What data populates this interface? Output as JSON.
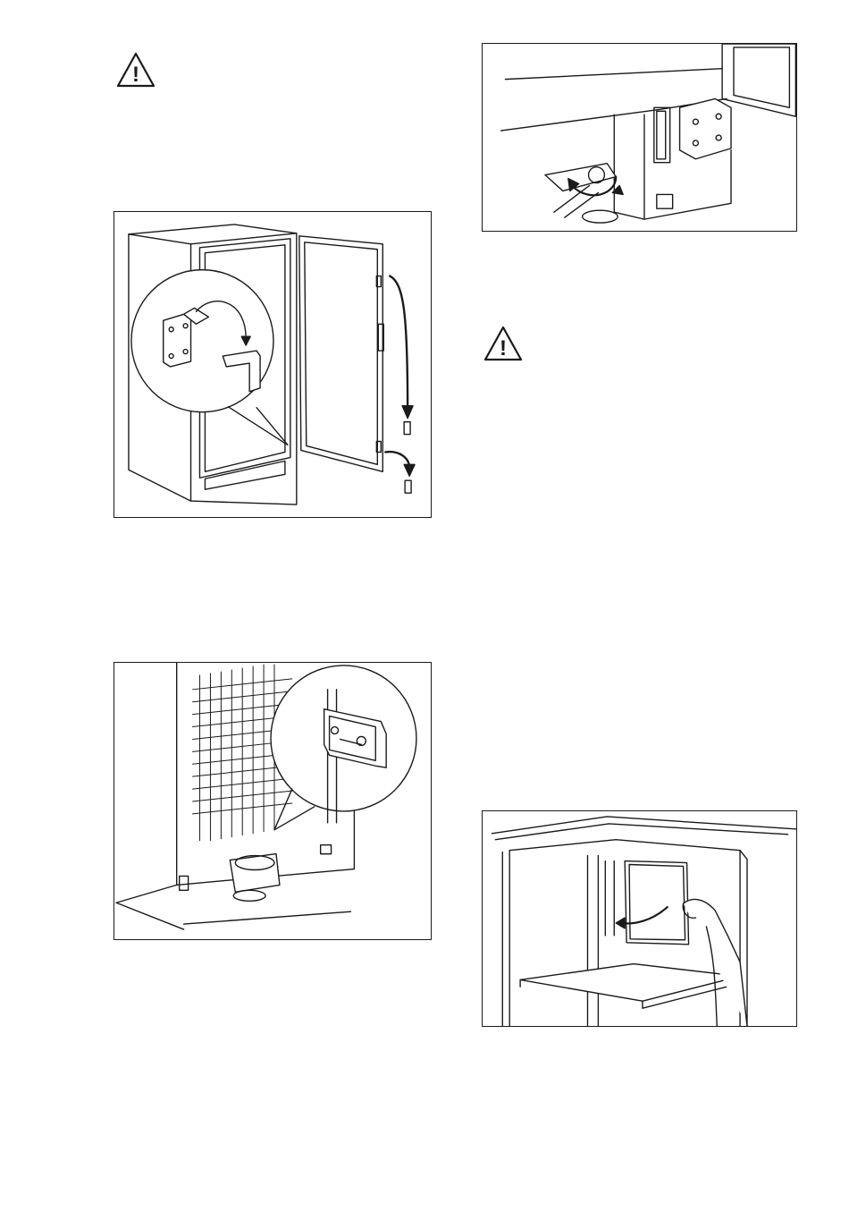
{
  "page": {
    "background": "#ffffff",
    "line_color": "#1a1a1a"
  },
  "warnings": [
    {
      "icon": "warning-triangle-icon",
      "symbol": "!"
    },
    {
      "icon": "warning-triangle-icon",
      "symbol": "!"
    }
  ],
  "figures": [
    {
      "name": "door-hinge-reversal",
      "caption": ""
    },
    {
      "name": "adjustable-foot-hinge",
      "caption": ""
    },
    {
      "name": "rear-condenser-bracket",
      "caption": ""
    },
    {
      "name": "interior-shelf-panel",
      "caption": ""
    }
  ]
}
